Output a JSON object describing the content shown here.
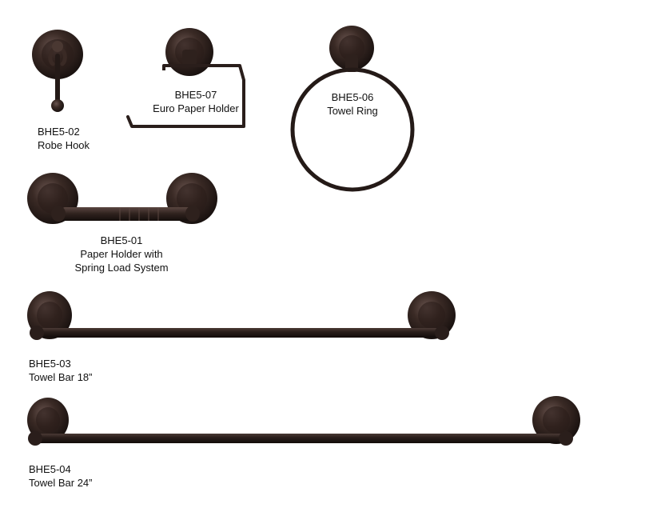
{
  "colors": {
    "background": "#ffffff",
    "finish_dark": "#1e1614",
    "finish_mid": "#3a2a25",
    "finish_highlight": "#6a5550",
    "text": "#111111"
  },
  "products": [
    {
      "code": "BHE5-02",
      "name": "Robe Hook",
      "icon": "robe-hook"
    },
    {
      "code": "BHE5-07",
      "name": "Euro Paper Holder",
      "icon": "euro-paper-holder"
    },
    {
      "code": "BHE5-06",
      "name": "Towel Ring",
      "icon": "towel-ring"
    },
    {
      "code": "BHE5-01",
      "name": "Paper Holder with",
      "name_line2": "Spring Load System",
      "icon": "paper-holder"
    },
    {
      "code": "BHE5-03",
      "name": "Towel Bar 18”",
      "icon": "towel-bar-18"
    },
    {
      "code": "BHE5-04",
      "name": "Towel Bar 24”",
      "icon": "towel-bar-24"
    }
  ]
}
